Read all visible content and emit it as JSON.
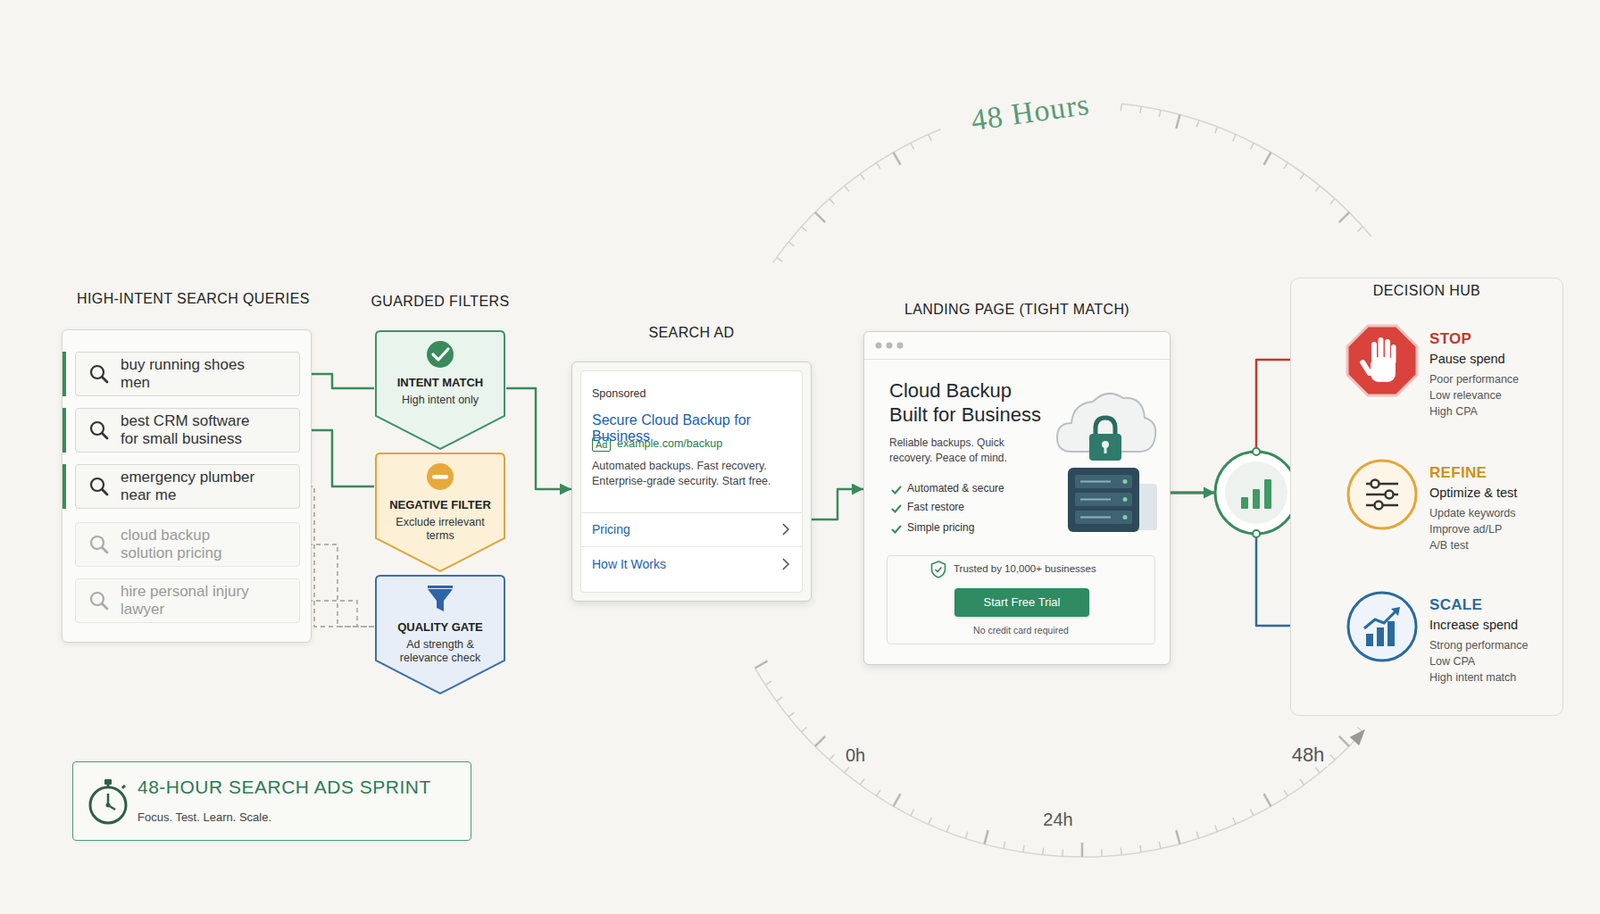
{
  "diagram": {
    "nodes": [
      {
        "text": [
          "HIGH-INTENT SEARCH QUERIES"
        ]
      },
      {
        "text": [
          "buy running shoes men"
        ],
        "in": 0
      },
      {
        "text": [
          "best CRM software for small business"
        ],
        "in": 0
      },
      {
        "text": [
          "emergency plumber near me"
        ],
        "in": 0
      },
      {
        "text": [
          "cloud backup solution pricing"
        ],
        "in": 0
      },
      {
        "text": [
          "hire personal injury lawyer"
        ],
        "in": 0
      },
      {
        "text": [
          "INTENT MATCH",
          "High intent only"
        ]
      },
      {
        "text": [
          "NEGATIVE FILTER",
          "Exclude irrelevant terms"
        ]
      },
      {
        "text": [
          "QUALITY GATE",
          "Ad strength & relevance check"
        ]
      },
      {
        "text": [
          "SEARCH AD",
          "Sponsored",
          "Secure Cloud Backup for Business",
          "Ad",
          "example.com/backup",
          "Automated backups. Fast recovery. Enterprise-grade security. Start free.",
          "Pricing",
          "How It Works"
        ]
      },
      {
        "text": [
          "LANDING PAGE (TIGHT MATCH)",
          "Cloud Backup Built for Business",
          "Reliable backups. Quick recovery. Peace of mind.",
          "Automated & secure",
          "Fast restore",
          "Simple pricing"
        ]
      },
      {
        "text": [
          "Trusted by 10,000+ businesses",
          "No credit card required"
        ],
        "in": 10
      },
      {
        "text": [
          "Start Free Trial"
        ],
        "in": 11
      },
      {
        "text": [
          "DECISION HUB"
        ]
      },
      {
        "text": [
          "STOP",
          "Pause spend",
          "Poor performance",
          "Low relevance",
          "High CPA"
        ],
        "in": 13
      },
      {
        "text": [
          "REFINE",
          "Optimize & test",
          "Update keywords",
          "Improve ad/LP",
          "A/B test"
        ],
        "in": 13
      },
      {
        "text": [
          "SCALE",
          "Increase spend",
          "Strong performance",
          "Low CPA",
          "High intent match"
        ],
        "in": 13
      },
      {
        "text": [
          "48-HOUR SEARCH ADS SPRINT",
          "Focus. Test. Learn. Scale."
        ]
      }
    ],
    "edges": [
      {
        "from": 1,
        "to": 6,
        "arrow": "none"
      },
      {
        "from": 2,
        "to": 7,
        "arrow": "none"
      },
      {
        "from": 3,
        "to": 8,
        "arrow": "none"
      },
      {
        "from": 4,
        "to": 8,
        "arrow": "none"
      },
      {
        "from": 5,
        "to": 8,
        "arrow": "none"
      },
      {
        "from": 6,
        "to": 9,
        "arrow": "to"
      },
      {
        "from": 9,
        "to": 10,
        "arrow": "to"
      },
      {
        "from": 10,
        "to": 14,
        "arrow": "to"
      },
      {
        "from": 10,
        "to": 15,
        "arrow": "to"
      },
      {
        "from": 10,
        "to": 16,
        "arrow": "to"
      }
    ],
    "labels": [
      "GUARDED FILTERS",
      "48 Hours",
      "0h",
      "24h",
      "48h"
    ]
  }
}
